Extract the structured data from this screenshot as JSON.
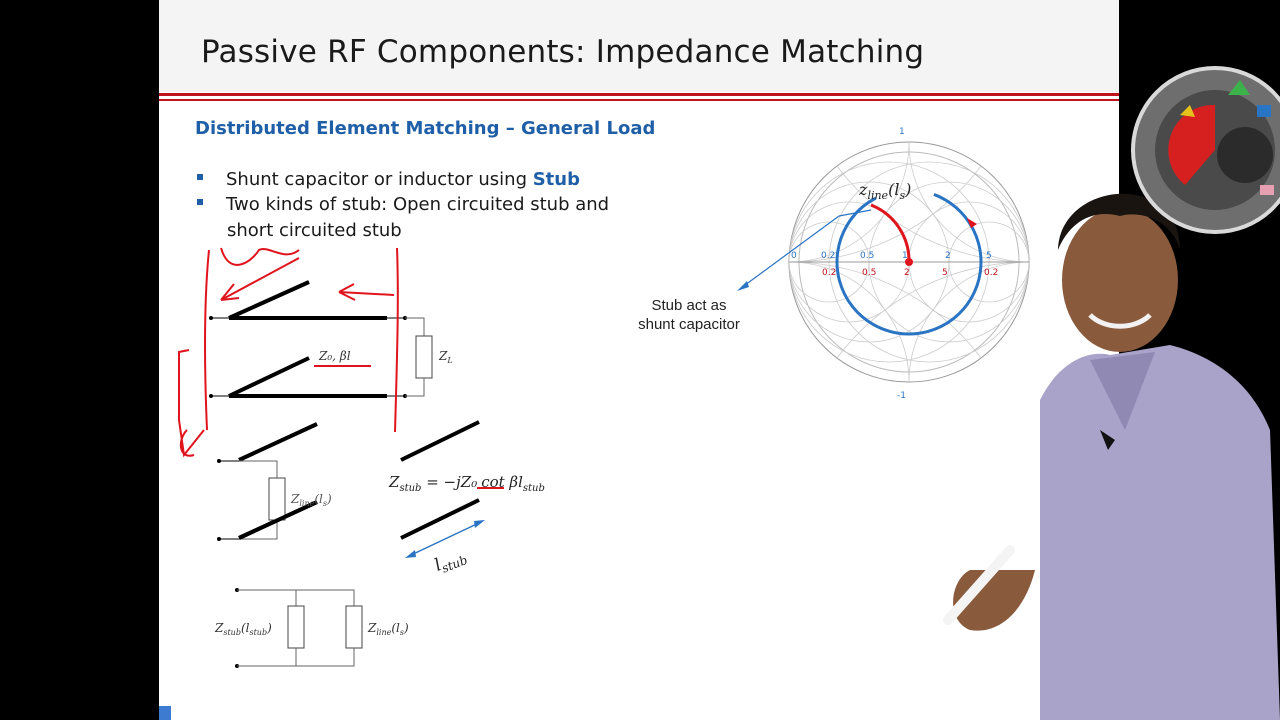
{
  "slide": {
    "title": "Passive RF Components: Impedance Matching",
    "subtitle": "Distributed Element Matching – General Load",
    "bullets": [
      {
        "text": "Shunt capacitor or inductor using ",
        "bold": "Stub"
      },
      {
        "text": "Two kinds of stub: Open circuited stub and",
        "continuation": "short circuited stub"
      }
    ],
    "stub_annotation": [
      "Stub act as",
      "shunt capacitor"
    ],
    "circuit_labels": {
      "z0_beta_l": "Z₀, βl",
      "zl": "Z",
      "zl_sub": "L",
      "zline_ls": "Z",
      "zline_sub": "line",
      "zline_arg": "(l",
      "zline_arg_sub": "s",
      "zline_close": ")"
    },
    "equation": {
      "lhs": "Z",
      "lhs_sub": "stub",
      "rhs_prefix": " = −j",
      "z0": "Z₀",
      "rhs_mid": "cot βl",
      "rhs_sub": "stub"
    },
    "length_label": "l",
    "length_sub": "stub",
    "equivalent": {
      "zstub": "Z",
      "zstub_sub": "stub",
      "zstub_arg": "(l",
      "zstub_arg_sub": "stub",
      "zline": "Z",
      "zline_sub": "line",
      "zline_arg": "(l",
      "zline_arg_sub": "s"
    },
    "smith_label": "z",
    "smith_label_sub": "line",
    "smith_label_arg": "(l",
    "smith_label_arg_sub": "s",
    "smith_ticks": {
      "real_blue": [
        "0",
        "0.2",
        "0.5",
        "1",
        "2",
        "5"
      ],
      "real_red": [
        "0.2",
        "0.5",
        "2",
        "5",
        "0.2"
      ],
      "top": "1",
      "bottom": "-1"
    }
  },
  "colors": {
    "title_rule": "#c0141c",
    "subtitle": "#1f5fa8",
    "ink_red": "#e0141c",
    "arc_blue": "#2a74c4",
    "background_outside": "#000000"
  }
}
